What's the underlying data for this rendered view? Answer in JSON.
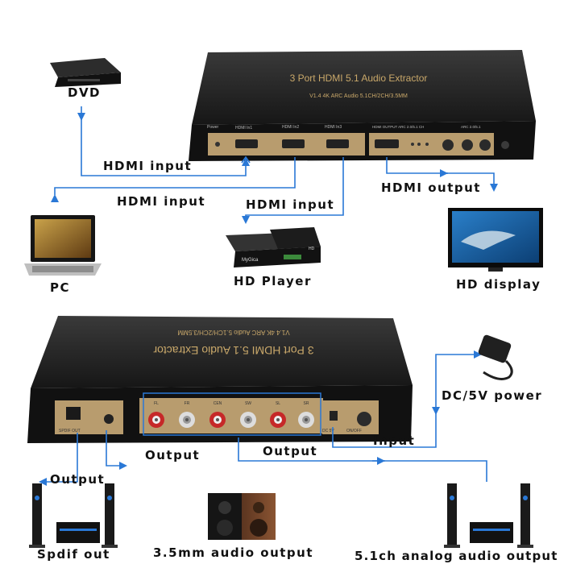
{
  "device": {
    "title": "3 Port HDMI 5.1 Audio Extractor",
    "subtitle": "V1.4 4K ARC Audio 5.1CH/2CH/3.5MM",
    "front_port_labels": [
      "Power",
      "HDMI In1",
      "HDMI In2",
      "HDMI In3",
      "HDMI OUTPUT ARC 2.0/5.1 CH",
      "ARC 2.0/5.1"
    ],
    "rear_channel_labels": [
      "FL",
      "FR",
      "CEN",
      "SW",
      "SL",
      "SR"
    ],
    "rear_jack_labels": [
      "SPDIF OUT",
      "DC 5V",
      "ON/OFF"
    ],
    "player_brand": "MyGica",
    "player_badge": "HD"
  },
  "labels": {
    "dvd": "DVD",
    "hdmi_input_1": "HDMI input",
    "hdmi_input_2": "HDMI input",
    "hdmi_input_3": "HDMI input",
    "hdmi_output": "HDMI output",
    "pc": "PC",
    "hd_player": "HD Player",
    "hd_display": "HD display",
    "dc_power": "DC/5V power",
    "input": "Input",
    "output_left": "Output",
    "output_center": "Output",
    "output_right": "Output",
    "spdif_out": "Spdif out",
    "audio_35mm": "3.5mm audio output",
    "analog_51": "5.1ch analog audio output"
  },
  "colors": {
    "connector": "#2a78d6",
    "device_body": "#1d1d1d",
    "panel": "#b89c6e"
  }
}
